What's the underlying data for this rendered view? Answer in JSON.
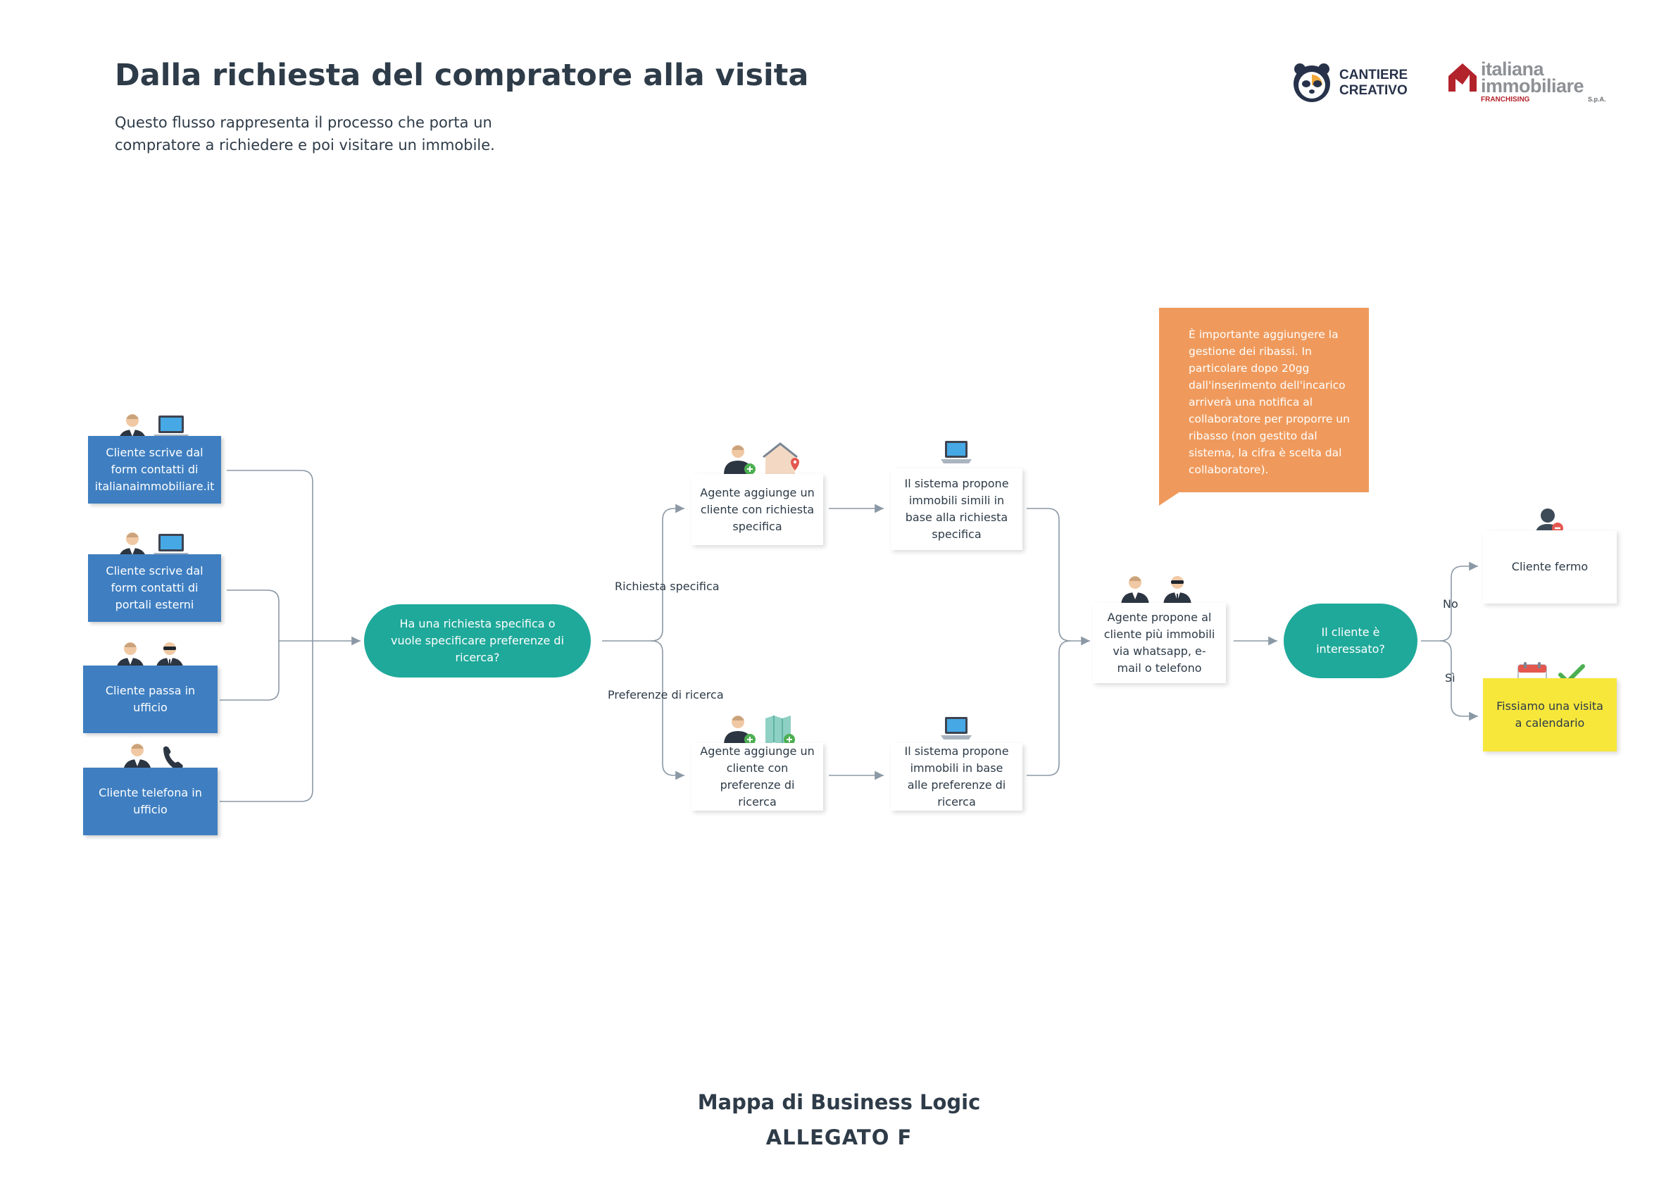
{
  "header": {
    "title": "Dalla richiesta del compratore alla visita",
    "subtitle": "Questo flusso rappresenta il processo che porta un compratore a richiedere e poi visitare un immobile."
  },
  "logos": {
    "cantiere_creativo": "CANTIERE CREATIVO",
    "italiana_immobiliare": "italiana immobiliare",
    "italiana_immobiliare_sub": "FRANCHISING",
    "italiana_immobiliare_spa": "S.p.A."
  },
  "sources": [
    {
      "label": "Cliente scrive dal form contatti di italianaimmobiliare.it",
      "icons": [
        "person-icon",
        "laptop-icon"
      ]
    },
    {
      "label": "Cliente scrive dal form contatti di portali esterni",
      "icons": [
        "person-icon",
        "laptop-icon"
      ]
    },
    {
      "label": "Cliente passa in ufficio",
      "icons": [
        "person-icon",
        "agent-icon"
      ]
    },
    {
      "label": "Cliente telefona in ufficio",
      "icons": [
        "person-icon",
        "phone-icon"
      ]
    }
  ],
  "decision_request": {
    "label": "Ha una richiesta specifica o vuole specificare preferenze di ricerca?"
  },
  "branches": {
    "specific": "Richiesta specifica",
    "preferences": "Preferenze di ricerca",
    "no": "No",
    "yes": "Sì"
  },
  "steps": {
    "agent_specific": "Agente aggiunge un cliente con richiesta specifica",
    "system_similar": "Il sistema propone immobili simili in base alla richiesta specifica",
    "agent_preferences": "Agente aggiunge un cliente con preferenze di ricerca",
    "system_preferences": "Il sistema propone immobili in base alle preferenze di ricerca",
    "agent_proposes": "Agente propone al cliente più immobili via whatsapp, e-mail o telefono"
  },
  "decision_interest": {
    "label": "Il cliente è interessato?"
  },
  "outcomes": {
    "stop": "Cliente fermo",
    "visit": "Fissiamo una visita a calendario"
  },
  "note": "È importante aggiungere la gestione dei ribassi. In particolare dopo 20gg dall'inserimento dell'incarico arriverà una notifica al collaboratore per proporre un ribasso (non gestito dal sistema, la cifra è scelta dal collaboratore).",
  "footer": {
    "title": "Mappa di Business Logic",
    "subtitle": "ALLEGATO F"
  },
  "colors": {
    "source_box": "#3f7fc1",
    "decision": "#1fa99a",
    "note": "#ef9a5c",
    "goal": "#f7e73b",
    "connector": "#8b98a5"
  }
}
